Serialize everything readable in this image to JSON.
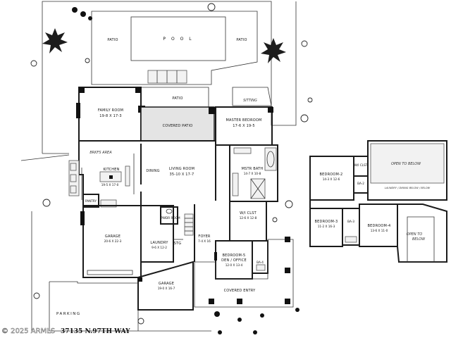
{
  "watermark": "© 2025 ARMLS",
  "address": "37135 N.97TH WAY",
  "labels": {
    "patio_left": "PATIO",
    "pool": "P O O L",
    "patio_right": "PATIO",
    "patio_middle": "PATIO",
    "sitting": "SITTING",
    "family_room": "FAMILY ROOM",
    "family_room_dim": "19-8 X 17-3",
    "covered_patio": "COVERED PATIO",
    "master_bedroom": "MASTER BEDROOM",
    "master_bedroom_dim": "17-6 X 19-5",
    "bfst_area": "BRKFS AREA",
    "kitchen": "KITCHEN",
    "kitchen_dim": "19-5 X 17-0",
    "dining": "DINING",
    "living_room": "LIVING ROOM",
    "living_room_dim": "35-10 X 17-7",
    "mstr_bath": "MSTR BATH",
    "mstr_bath_dim": "14-7 X 10-8",
    "pantry": "PANTRY",
    "garage_left": "GARAGE",
    "garage_left_dim": "20-6 X 22-3",
    "powder_room": "PWDR ROOM",
    "laundry": "LAUNDRY",
    "laundry_dim": "9-6 X 12-2",
    "stg": "STG",
    "foyer": "FOYER",
    "foyer_dim": "7-4 X 16",
    "wi_clst": "W/I CLST",
    "wi_clst_dim": "12-6 X 12-8",
    "bedroom_5": "BEDROOM-5",
    "bedroom_5_sub": "DEN / OFFICE",
    "bedroom_5_dim": "12-0 X 13-4",
    "ba_4": "BA-4",
    "garage_bottom": "GARAGE",
    "garage_bottom_dim": "19-0 X 16-7",
    "covered_entry": "COVERED ENTRY",
    "parking": "PARKING",
    "bedroom_2": "BEDROOM-2",
    "bedroom_2_dim": "14-3 X 12-6",
    "wi_clst_up": "W/I CLST",
    "ba_2": "BA-2",
    "open_to_below": "OPEN TO BELOW",
    "laundry_below": "LAUNDRY / DINING BELOW / BELOW",
    "bedroom_3": "BEDROOM-3",
    "bedroom_3_dim": "11-2 X 16-3",
    "ba_3": "BA-3",
    "bedroom_4": "BEDROOM-4",
    "bedroom_4_dim": "13-6 X 11-0",
    "open_to": "OPEN TO",
    "below": "BELOW"
  }
}
